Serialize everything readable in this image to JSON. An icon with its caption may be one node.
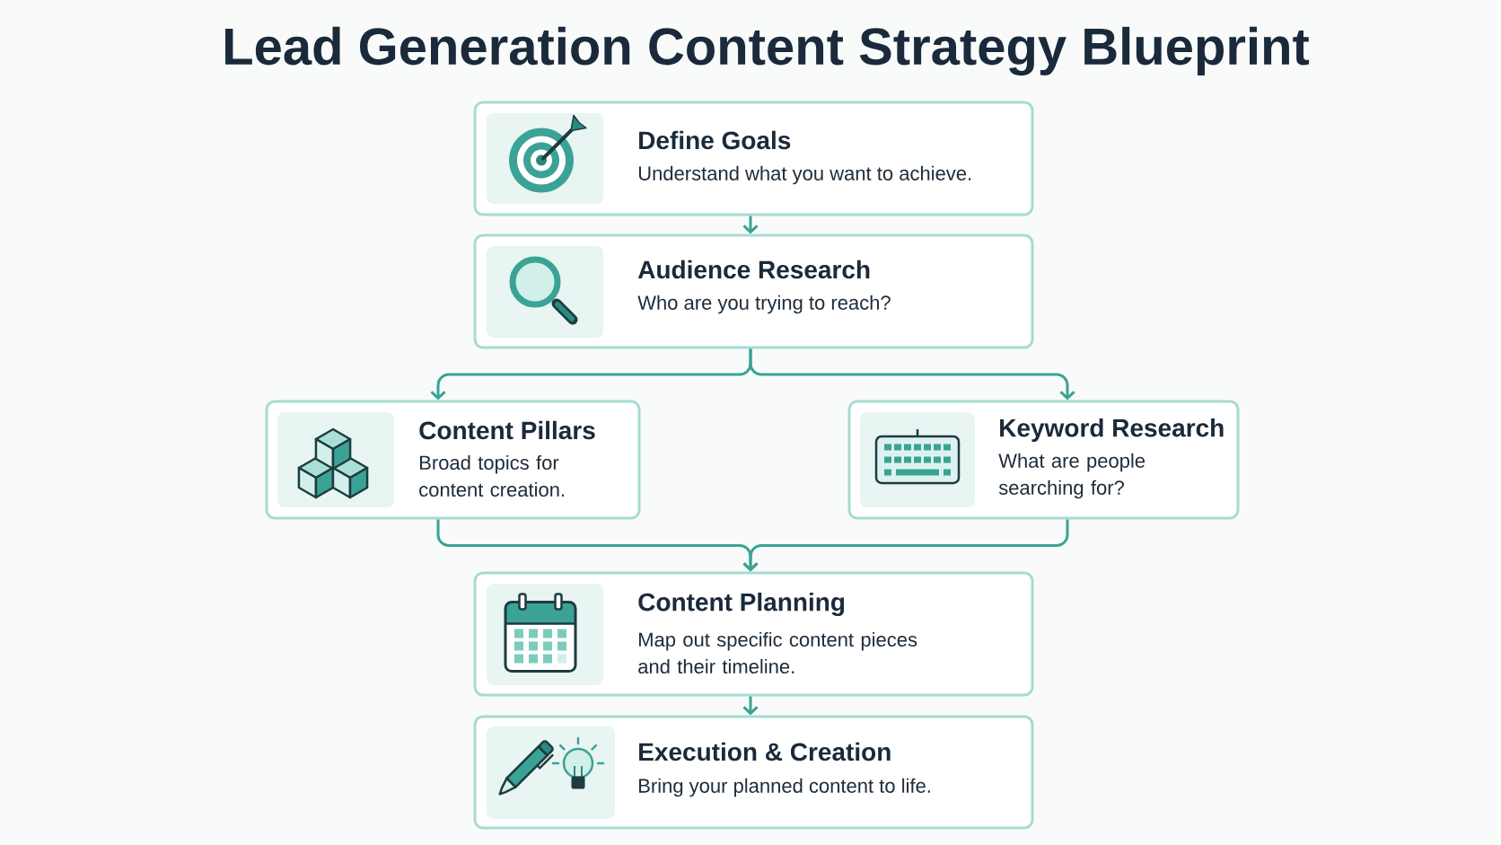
{
  "diagram": {
    "title": "Lead Generation Content Strategy Blueprint",
    "nodes": [
      {
        "text": [
          "Define Goals",
          "Understand what you want to achieve."
        ]
      },
      {
        "text": [
          "Audience Research",
          "Who are you trying to reach?"
        ]
      },
      {
        "text": [
          "Content Pillars",
          "Broad topics for content creation."
        ]
      },
      {
        "text": [
          "Keyword Research",
          "What are people searching for?"
        ]
      },
      {
        "text": [
          "Content Planning",
          "Map out specific content pieces and their timeline."
        ]
      },
      {
        "text": [
          "Execution & Creation",
          "Bring your planned content to life."
        ]
      }
    ],
    "edges": [
      {
        "from": 0,
        "to": 1,
        "arrow": "to"
      },
      {
        "from": 1,
        "to": 2,
        "arrow": "to"
      },
      {
        "from": 1,
        "to": 3,
        "arrow": "to"
      },
      {
        "from": 2,
        "to": 4,
        "arrow": "to"
      },
      {
        "from": 3,
        "to": 4,
        "arrow": "to"
      },
      {
        "from": 4,
        "to": 5,
        "arrow": "to"
      }
    ]
  }
}
